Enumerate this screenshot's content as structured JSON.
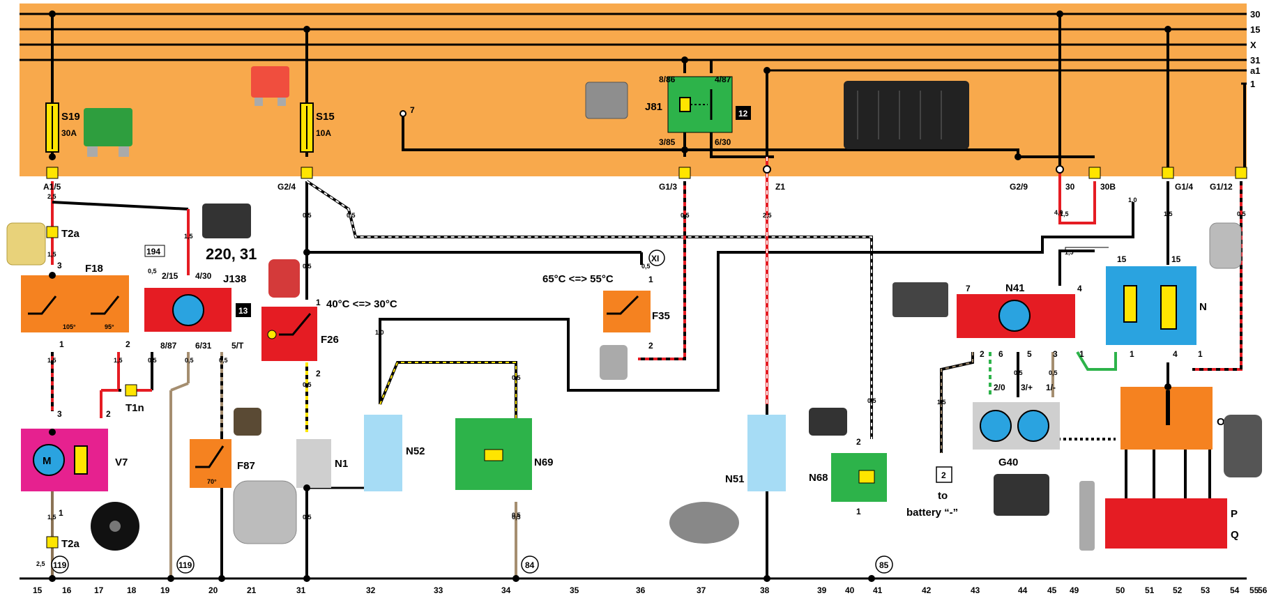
{
  "rails": [
    "30",
    "15",
    "X",
    "31",
    "a1",
    "1"
  ],
  "bottom_numbers": [
    "15",
    "16",
    "17",
    "18",
    "19",
    "20",
    "21",
    "31",
    "32",
    "33",
    "34",
    "35",
    "36",
    "37",
    "38",
    "39",
    "40",
    "41",
    "42",
    "43",
    "44",
    "45",
    "49",
    "50",
    "51",
    "52",
    "53",
    "54",
    "55",
    "56"
  ],
  "fuses": [
    {
      "id": "S19",
      "name": "S",
      "sub": "19",
      "rating": "30A"
    },
    {
      "id": "S15",
      "name": "S",
      "sub": "15",
      "rating": "10A"
    }
  ],
  "connectors": {
    "a1_5": "A1/5",
    "g2_4": "G2/4",
    "g1_3": "G1/3",
    "z1": "Z1",
    "g2_9": "G2/9",
    "c30": "30",
    "c30b": "30B",
    "g1_4": "G1/4",
    "g1_12": "G1/12"
  },
  "relay_j81": {
    "label": "J81",
    "pins": [
      "8/86",
      "4/87",
      "3/85",
      "6/30"
    ],
    "badge": "12"
  },
  "point7": "7",
  "t2a": "T2a",
  "f18": {
    "label": "F18",
    "pins": [
      "3",
      "1",
      "2"
    ],
    "temps": [
      "105°",
      "95°"
    ]
  },
  "j138": {
    "label": "J138",
    "badge": "13",
    "pins_top": [
      "2/15",
      "4/30"
    ],
    "pins_bottom": [
      "8/87",
      "6/31",
      "5/T"
    ],
    "ref": "194"
  },
  "j138_note": "220, 31",
  "t1n": "T1n",
  "v7": {
    "label": "V7",
    "motor": "M",
    "pins": [
      "3",
      "2",
      "1"
    ]
  },
  "f87": {
    "label": "F87",
    "temp": "70°"
  },
  "f26": {
    "label": "F26",
    "temp_range": "40°C <=> 30°C",
    "pins": [
      "1",
      "2"
    ]
  },
  "f35": {
    "label": "F35",
    "temp_range": "65°C <=> 55°C",
    "pins": [
      "1",
      "2"
    ]
  },
  "xi": "XI",
  "n1": "N1",
  "n52": "N52",
  "n69": "N69",
  "n51": "N51",
  "n68": {
    "label": "N68",
    "pins": [
      "2",
      "1"
    ]
  },
  "n41": {
    "label": "N41",
    "pins": [
      "7",
      "4",
      "2",
      "6",
      "5",
      "3",
      "1"
    ]
  },
  "n_coil": {
    "label": "N",
    "pins": [
      "15",
      "15",
      "1",
      "4",
      "1"
    ]
  },
  "g40": {
    "label": "G40",
    "pins": [
      "2/0",
      "3/+",
      "1/-"
    ]
  },
  "o_dist": "O",
  "pq": [
    "P",
    "Q"
  ],
  "battery_note": [
    "to",
    "battery “-”"
  ],
  "battery_pin": "2",
  "circle_refs": [
    "119",
    "119",
    "84",
    "85"
  ],
  "wire_sizes": [
    "2,5",
    "1,5",
    "1,5",
    "1,5",
    "1,5",
    "2,5",
    "0,5",
    "0,5",
    "0,5",
    "0,5",
    "0,5",
    "1,0",
    "0,5",
    "0,5",
    "0,5",
    "0,5",
    "0,5",
    "0,5",
    "2,5",
    "0,5",
    "1,5",
    "1,0",
    "1,5",
    "0,5",
    "4,0",
    "1,5",
    "0,5",
    "0,5",
    "0,5",
    "1,5",
    "0,5",
    "1,5",
    "0,5"
  ],
  "colors": {
    "panel": "#f8a94c",
    "yellow": "#ffe500",
    "red": "#e51c23",
    "orange": "#f58220",
    "green": "#2db34a",
    "blue": "#2aa3e0",
    "lightblue": "#a6dcf5",
    "magenta": "#e6218f",
    "gray": "#cfcfcf"
  }
}
